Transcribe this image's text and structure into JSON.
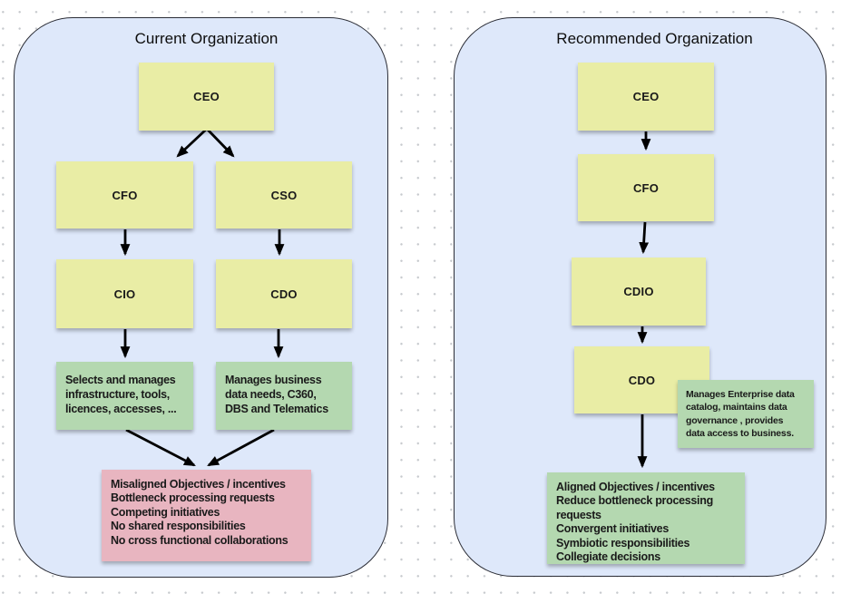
{
  "colors": {
    "panel_fill": "#dee8fa",
    "panel_border": "#2b2d36",
    "note_yellow": "#e9eda5",
    "note_green": "#b4d8b0",
    "note_red": "#e8b5c0",
    "arrow": "#000000",
    "grid_dot": "#c6c9cd"
  },
  "left_panel": {
    "title": "Current Organization",
    "nodes": {
      "ceo": "CEO",
      "cfo": "CFO",
      "cso": "CSO",
      "cio": "CIO",
      "cdo": "CDO"
    },
    "cio_role_lines": [
      "Selects and manages",
      "infrastructure, tools,",
      "licences, accesses, ..."
    ],
    "cdo_role_lines": [
      "Manages business",
      "data needs, C360,",
      "DBS and Telematics"
    ],
    "outcome_lines": [
      "Misaligned Objectives / incentives",
      "Bottleneck processing requests",
      "Competing initiatives",
      "No shared responsibilities",
      "No cross functional collaborations"
    ],
    "connectors": [
      {
        "from": "CEO",
        "to": "CFO"
      },
      {
        "from": "CEO",
        "to": "CSO"
      },
      {
        "from": "CFO",
        "to": "CIO"
      },
      {
        "from": "CSO",
        "to": "CDO"
      },
      {
        "from": "CIO",
        "to": "CIO role note"
      },
      {
        "from": "CDO",
        "to": "CDO role note"
      },
      {
        "from": "CIO role note",
        "to": "outcome note"
      },
      {
        "from": "CDO role note",
        "to": "outcome note"
      }
    ]
  },
  "right_panel": {
    "title": "Recommended Organization",
    "nodes": {
      "ceo": "CEO",
      "cfo": "CFO",
      "cdio": "CDIO",
      "cdo": "CDO"
    },
    "cdo_note_lines": [
      "Manages Enterprise data",
      "catalog, maintains data",
      "governance , provides",
      "data access to business."
    ],
    "outcome_lines": [
      "Aligned Objectives / incentives",
      "Reduce bottleneck processing",
      "requests",
      "Convergent initiatives",
      "Symbiotic responsibilities",
      "Collegiate decisions"
    ],
    "connectors": [
      {
        "from": "CEO",
        "to": "CFO"
      },
      {
        "from": "CFO",
        "to": "CDIO"
      },
      {
        "from": "CDIO",
        "to": "CDO"
      },
      {
        "from": "CDO",
        "to": "outcome note"
      }
    ]
  }
}
